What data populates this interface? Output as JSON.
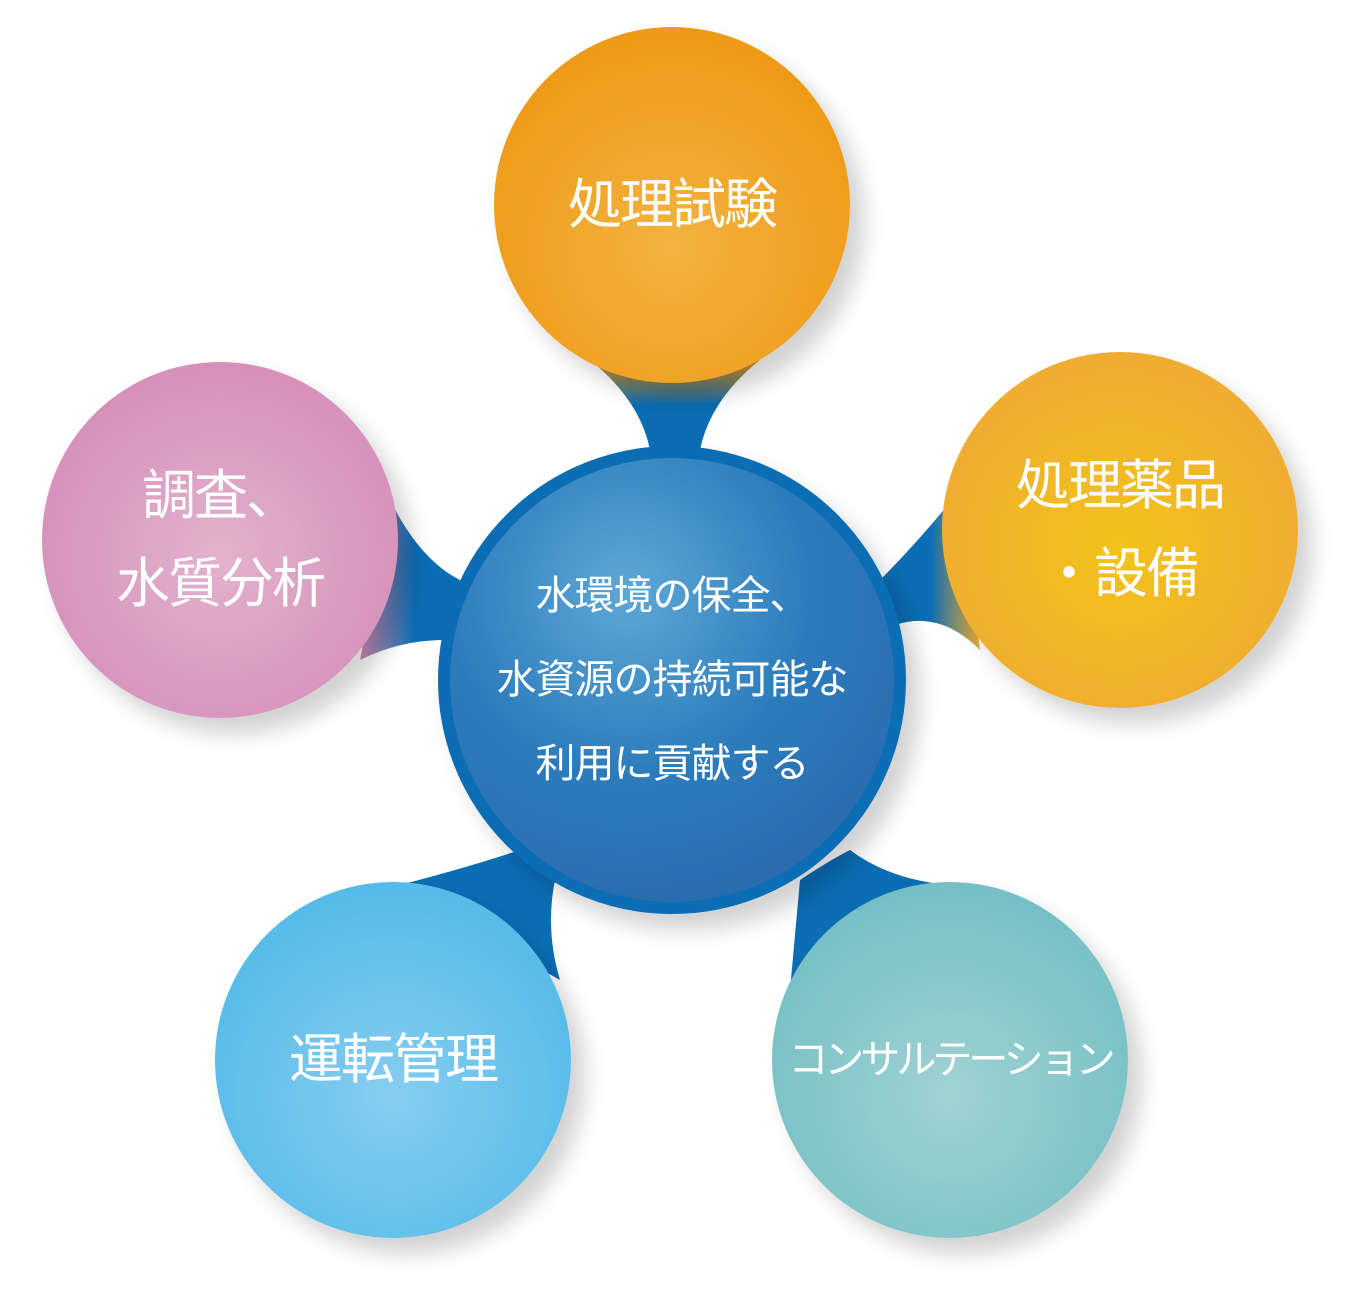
{
  "center": {
    "lines": [
      "水環境の保全、",
      "水資源の持続可能な",
      "利用に貢献する"
    ]
  },
  "nodes": {
    "top": {
      "lines": [
        "処理試験"
      ]
    },
    "right": {
      "lines": [
        "処理薬品",
        "・設備"
      ]
    },
    "left": {
      "lines": [
        "調査、",
        "水質分析"
      ]
    },
    "bottom_left": {
      "lines": [
        "運転管理"
      ]
    },
    "bottom_right": {
      "lines": [
        "コンサルテーション"
      ]
    }
  },
  "colors": {
    "connector": "#0b6db4",
    "top": "#ee9a17",
    "right": "#efac33",
    "left": "#d590ba",
    "bottom_left": "#55bbe8",
    "bottom_right": "#76c0c5"
  }
}
